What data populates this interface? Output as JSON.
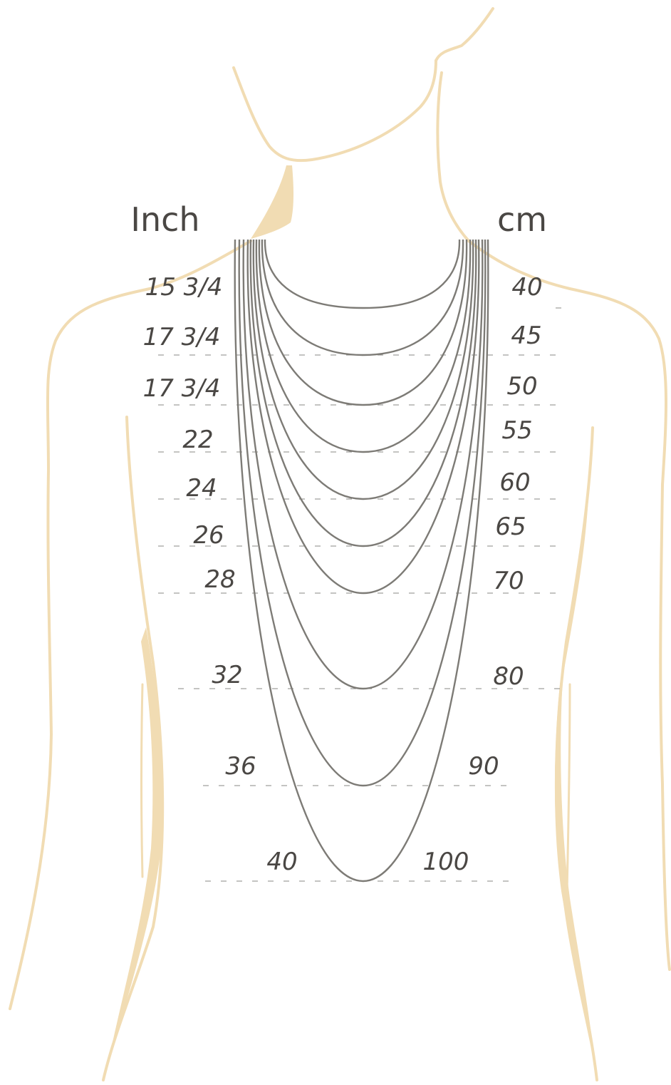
{
  "headers": {
    "inch": "Inch",
    "cm": "cm"
  },
  "chain_lengths": [
    {
      "inch": "15 3/4",
      "cm": "40"
    },
    {
      "inch": "17 3/4",
      "cm": "45"
    },
    {
      "inch": "17 3/4",
      "cm": "50"
    },
    {
      "inch": "22",
      "cm": "55"
    },
    {
      "inch": "24",
      "cm": "60"
    },
    {
      "inch": "26",
      "cm": "65"
    },
    {
      "inch": "28",
      "cm": "70"
    },
    {
      "inch": "32",
      "cm": "80"
    },
    {
      "inch": "36",
      "cm": "90"
    },
    {
      "inch": "40",
      "cm": "100"
    }
  ],
  "colors": {
    "body_outline": "#f1dcb3",
    "chain": "#7d7b76",
    "text": "#4a4744"
  }
}
